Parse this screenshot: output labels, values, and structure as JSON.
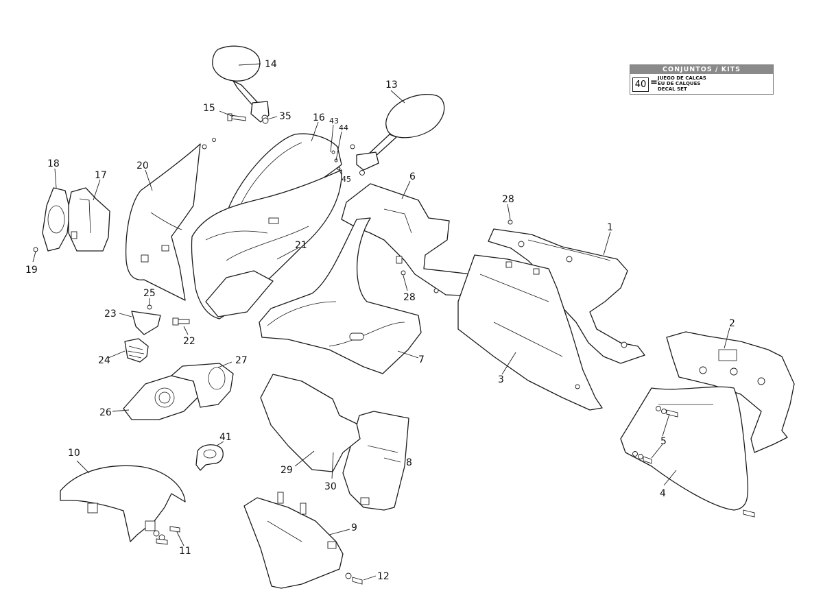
{
  "kits": {
    "header": "CONJUNTOS / KITS",
    "code": "40",
    "equals": "=",
    "lines": [
      "JUEGO DE CALCAS",
      "EU DE CALQUES",
      "DECAL SET"
    ]
  },
  "callouts": {
    "c1": "1",
    "c2": "2",
    "c3": "3",
    "c4": "4",
    "c5": "5",
    "c6": "6",
    "c7": "7",
    "c8": "8",
    "c9": "9",
    "c10": "10",
    "c11": "11",
    "c12": "12",
    "c13": "13",
    "c14": "14",
    "c15": "15",
    "c16": "16",
    "c17": "17",
    "c18": "18",
    "c19": "19",
    "c20": "20",
    "c21": "21",
    "c22": "22",
    "c23": "23",
    "c24": "24",
    "c25": "25",
    "c26": "26",
    "c27": "27",
    "c28a": "28",
    "c28b": "28",
    "c29": "29",
    "c30": "30",
    "c35": "35",
    "c41": "41",
    "c43": "43",
    "c44": "44",
    "c45": "45"
  }
}
